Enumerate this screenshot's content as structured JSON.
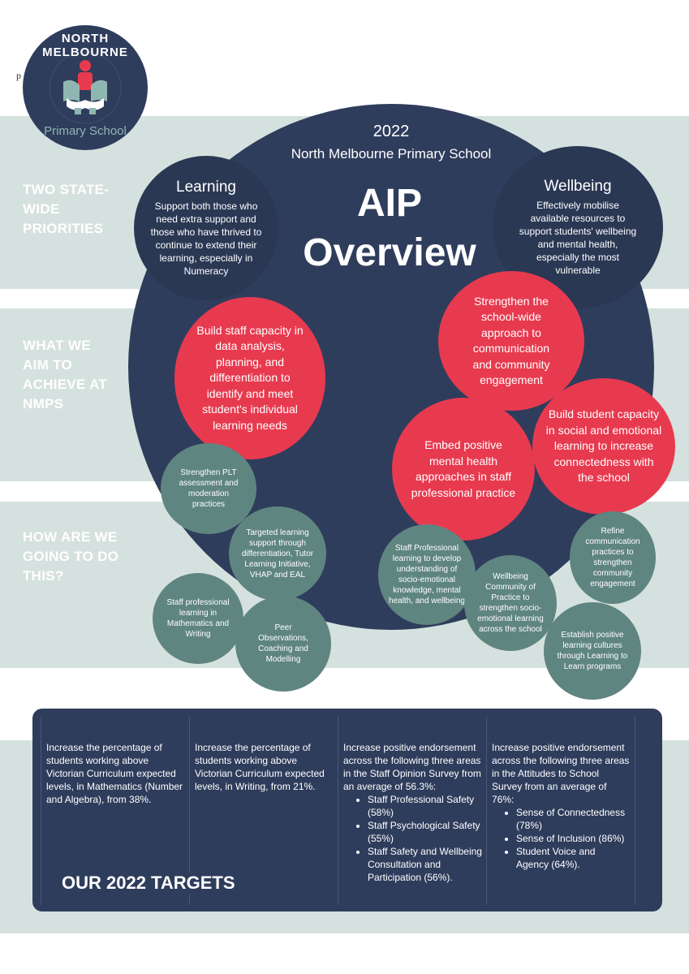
{
  "logo": {
    "line1": "NORTH MELBOURNE",
    "line2": "Primary School"
  },
  "header": {
    "year": "2022",
    "school": "North Melbourne Primary School",
    "title_line1": "AIP",
    "title_line2": "Overview"
  },
  "rows": {
    "priorities": "TWO STATE-WIDE PRIORITIES",
    "aims": "WHAT WE AIM TO ACHIEVE AT NMPS",
    "how": "HOW ARE WE GOING TO DO THIS?"
  },
  "priorities": {
    "learning": {
      "title": "Learning",
      "text": "Support both those who need extra support and those who have thrived to continue to extend their learning, especially in Numeracy"
    },
    "wellbeing": {
      "title": "Wellbeing",
      "text": "Effectively mobilise available resources to support students' wellbeing and mental health, especially the most vulnerable"
    }
  },
  "aims": {
    "staff_capacity": "Build staff capacity in data analysis, planning, and differentiation to identify and meet student's individual learning needs",
    "communication": "Strengthen the school-wide approach to communication and community engagement",
    "mental_health": "Embed positive mental health approaches in staff professional practice",
    "student_capacity": "Build student capacity in social and emotional learning to increase connectedness with the school"
  },
  "actions": {
    "plt": "Strengthen PLT assessment and moderation practices",
    "targeted": "Targeted learning support through differentiation, Tutor Learning Initiative, VHAP and EAL",
    "pl_maths": "Staff professional learning in Mathematics and Writing",
    "peer": "Peer Observations, Coaching and Modelling",
    "staff_pl": "Staff Professional learning to develop understanding of socio-emotional knowledge, mental health, and wellbeing",
    "wellbeing_cop": "Wellbeing Community of Practice to strengthen socio-emotional learning across the school",
    "refine": "Refine communication practices to strengthen community engagement",
    "positive": "Establish positive learning cultures through Learning to Learn programs"
  },
  "targets": {
    "heading": "OUR 2022 TARGETS",
    "col1": "Increase the percentage of students working above Victorian Curriculum expected levels, in Mathematics (Number and Algebra), from 38%.",
    "col2": "Increase the percentage of students working above Victorian Curriculum expected levels, in Writing, from 21%.",
    "col3": {
      "intro": "Increase positive endorsement across the following three areas in the Staff Opinion Survey from an average of 56.3%:",
      "items": [
        "Staff Professional Safety (58%)",
        "Staff Psychological Safety (55%)",
        "Staff Safety and Wellbeing Consultation and Participation (56%)."
      ]
    },
    "col4": {
      "intro": "Increase positive endorsement across the following three areas in the Attitudes to School Survey from an average of 76%:",
      "items": [
        "Sense of Connectedness (78%)",
        "Sense of Inclusion (86%)",
        "Student Voice and Agency (64%)."
      ]
    }
  },
  "stray_char": "p"
}
